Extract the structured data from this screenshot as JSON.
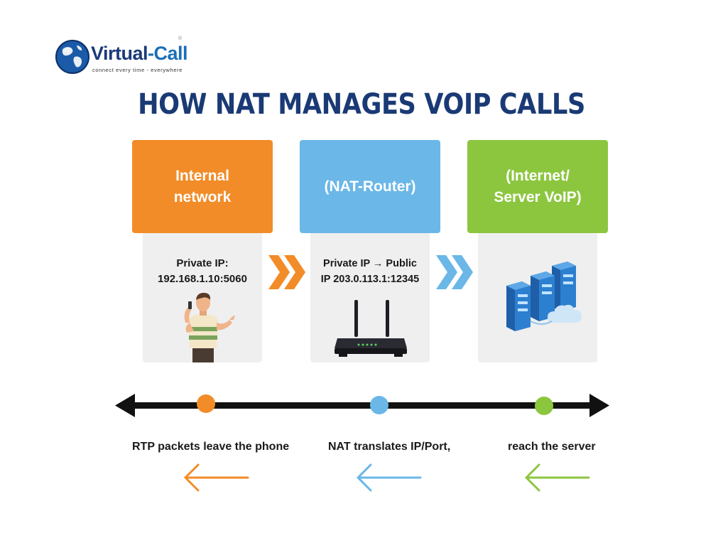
{
  "logo": {
    "brand_part1": "Virtual",
    "brand_part2": "-Call",
    "tagline": "connect every time - everywhere",
    "registered_mark": "®"
  },
  "title": "HOW NAT MANAGES VOIP CALLS",
  "columns": [
    {
      "header_line1": "Internal",
      "header_line2": "network",
      "detail_line1": "Private IP:",
      "detail_line2": "192.168.1.10:5060",
      "color": "#f28c28",
      "icon": "person-on-phone-icon"
    },
    {
      "header_line1": "(NAT-Router)",
      "header_line2": "",
      "detail_line1": "Private IP → Public",
      "detail_line2": "IP 203.0.113.1:12345",
      "color": "#6ab7e8",
      "icon": "router-icon"
    },
    {
      "header_line1": "(Internet/",
      "header_line2": "Server VoIP)",
      "detail_line1": "",
      "detail_line2": "",
      "color": "#8cc63f",
      "icon": "server-cloud-icon"
    }
  ],
  "captions": [
    {
      "text": "RTP packets leave the phone",
      "color": "#f28c28"
    },
    {
      "text": "NAT translates IP/Port,",
      "color": "#6ab7e8"
    },
    {
      "text": "reach the server",
      "color": "#8cc63f"
    }
  ]
}
